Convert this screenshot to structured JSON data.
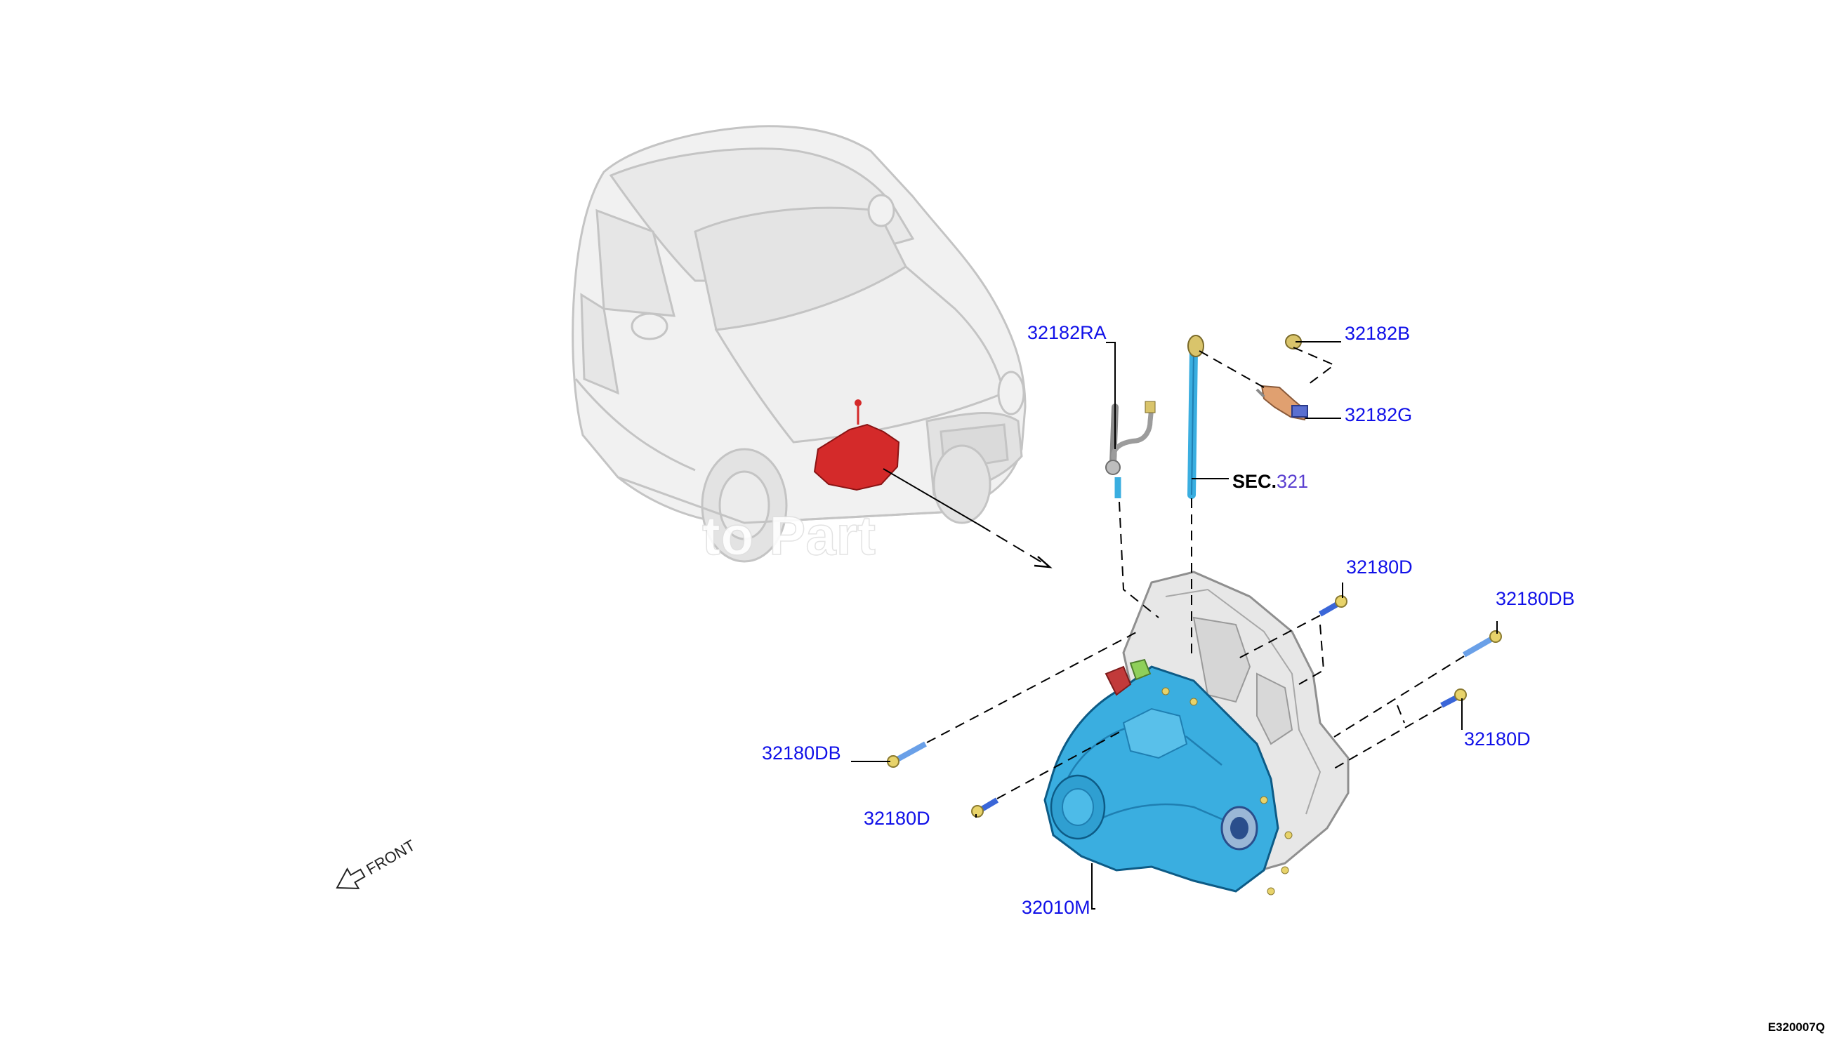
{
  "parts": {
    "p32182RA": "32182RA",
    "p32182B": "32182B",
    "p32182G": "32182G",
    "p32180D_top": "32180D",
    "p32180DB_right": "32180DB",
    "p32180DB_left": "32180DB",
    "p32180D_right": "32180D",
    "p32180D_left": "32180D",
    "p32010M": "32010M"
  },
  "section_ref": {
    "prefix": "SEC.",
    "number": "321"
  },
  "front_label": "FRONT",
  "diagram_code": "E320007Q",
  "watermark": "to Part",
  "colors": {
    "label_blue": "#1010e8",
    "transmission_blue": "#3aaee0",
    "highlight_red": "#d42a2a",
    "section_purple": "#5a3fd0",
    "bolt_yellow": "#e8d36a"
  }
}
